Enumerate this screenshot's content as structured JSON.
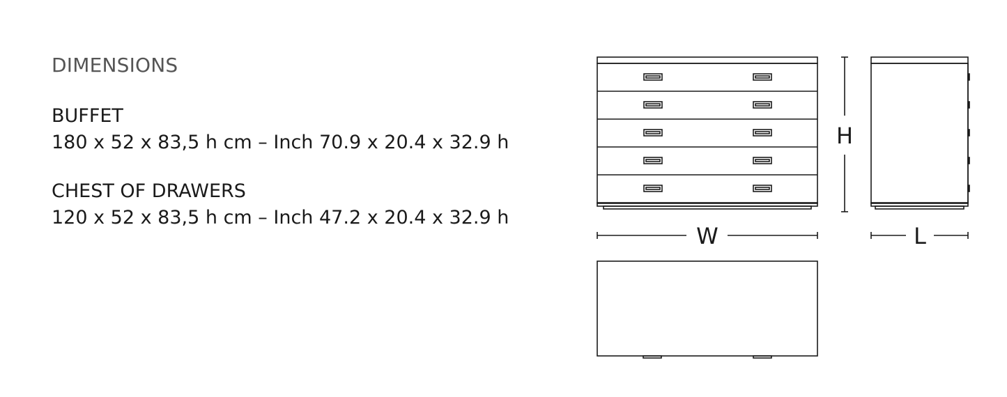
{
  "section_title": "DIMENSIONS",
  "specs": [
    {
      "name": "BUFFET",
      "dims": "180 x 52 x 83,5 h cm – Inch 70.9 x 20.4 x 32.9 h"
    },
    {
      "name": "CHEST OF DRAWERS",
      "dims": "120 x 52 x 83,5 h cm – Inch 47.2 x 20.4 x 32.9 h"
    }
  ],
  "drawing": {
    "width_label": "W",
    "height_label": "H",
    "length_label": "L",
    "drawer_count": 5,
    "line_color": "#1a1a1a"
  }
}
